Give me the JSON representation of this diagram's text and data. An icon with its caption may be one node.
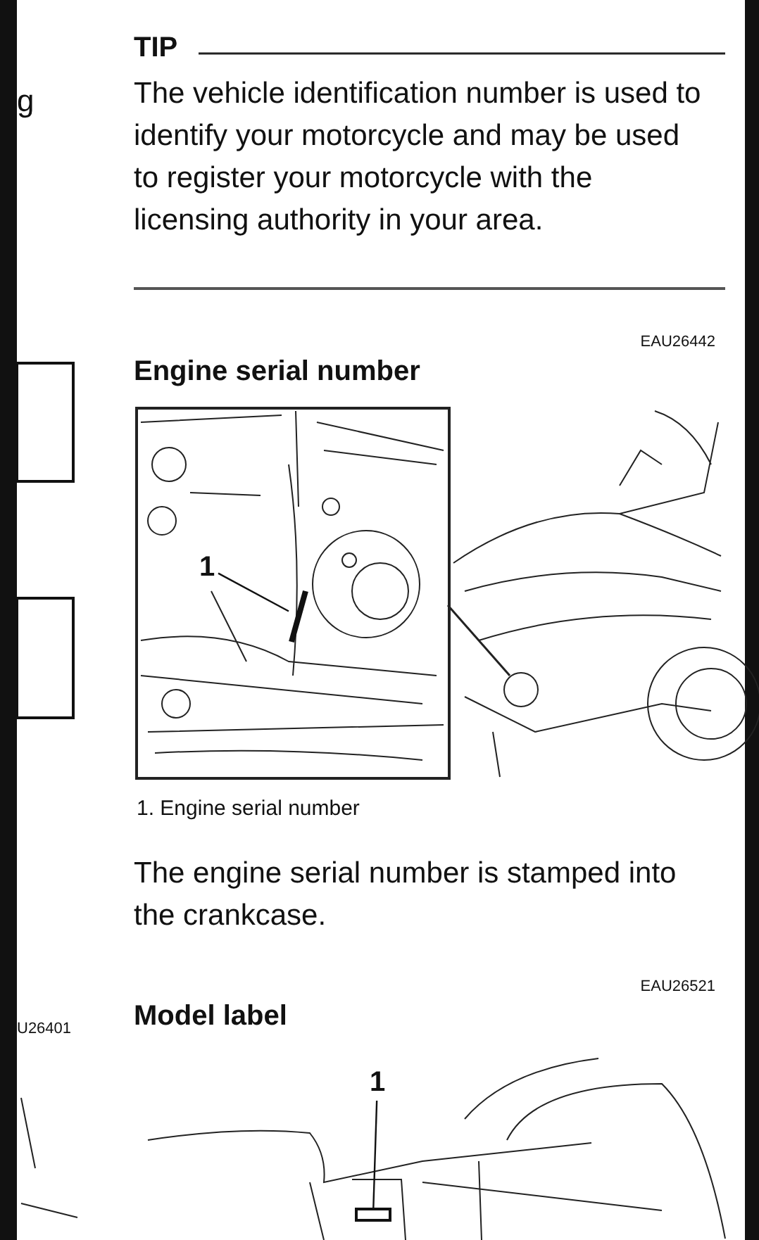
{
  "diagram": {
    "nodes": [
      {
        "text": [
          "1"
        ]
      },
      {
        "text": [],
        "shape": "picture"
      },
      {
        "text": [
          "1"
        ]
      },
      {
        "text": [],
        "shape": "box"
      }
    ],
    "edges": [
      {
        "from": 0,
        "to": 1,
        "arrow": "none"
      },
      {
        "from": 2,
        "to": 3,
        "arrow": "none"
      }
    ],
    "labels": [
      "g",
      "TIP",
      "The vehicle identification number is used to identify your motorcycle and may be used to register your motorcycle with the licensing authority in your area.",
      "EAU26442",
      "Engine serial number",
      "1. Engine serial number",
      "The engine serial number is stamped into the crankcase.",
      "EAU26521",
      "U26401",
      "Model label"
    ]
  }
}
